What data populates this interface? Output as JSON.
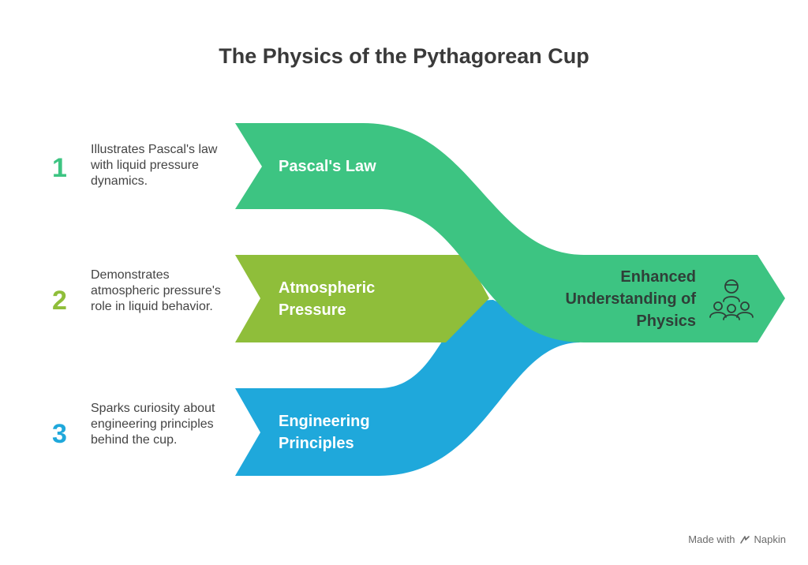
{
  "title": "The Physics of the Pythagorean Cup",
  "items": [
    {
      "number": "1",
      "description": "Illustrates Pascal's law with liquid pressure dynamics.",
      "label": "Pascal's Law",
      "color": "#3dc482"
    },
    {
      "number": "2",
      "description": "Demonstrates atmospheric pressure's role in liquid behavior.",
      "label": "Atmospheric Pressure",
      "color": "#8fbe3a"
    },
    {
      "number": "3",
      "description": "Sparks curiosity about engineering principles behind the cup.",
      "label": "Engineering Principles",
      "color": "#1fa8db"
    }
  ],
  "result": {
    "label": "Enhanced Understanding of Physics",
    "icon": "team-people-icon",
    "color": "#3dc482"
  },
  "footer": {
    "made_with": "Made with",
    "brand": "Napkin",
    "icon": "napkin-logo-icon"
  }
}
